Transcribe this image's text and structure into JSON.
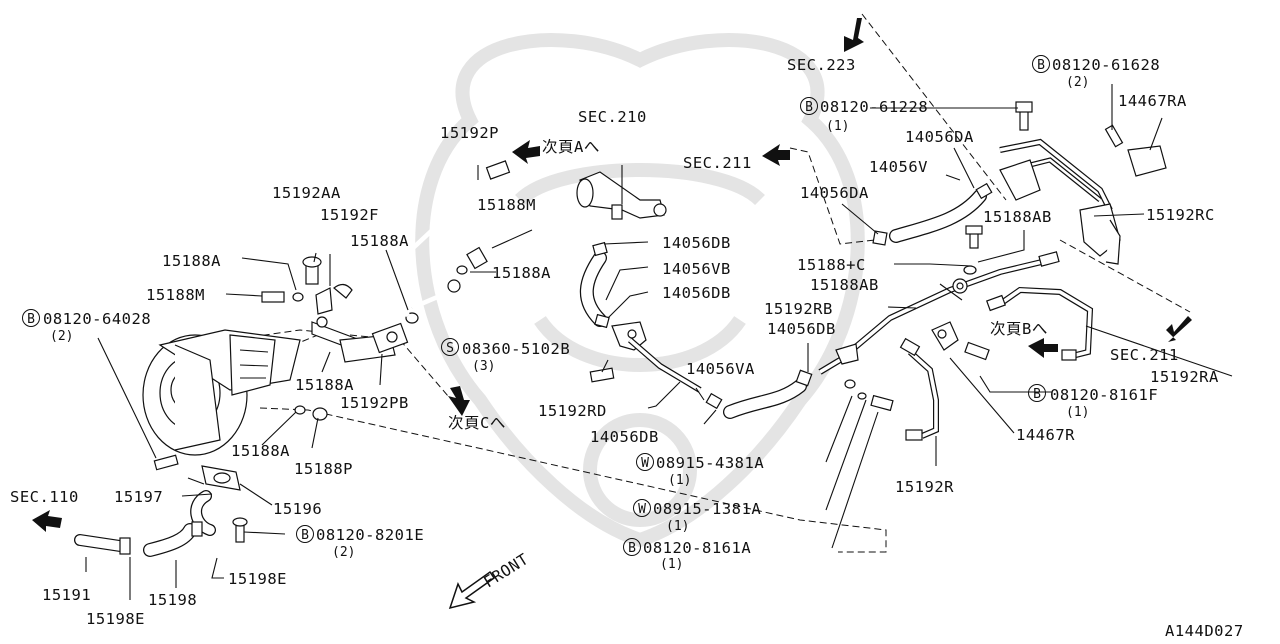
{
  "labels": {
    "sec223": "SEC.223",
    "b61628": "08120-61628",
    "b61628_qty": "(2)",
    "p14467RA": "14467RA",
    "b61228": "08120-61228",
    "b61228_qty": "(1)",
    "p14056DA_top": "14056DA",
    "p14056V": "14056V",
    "p14056DA_mid": "14056DA",
    "sec211_top": "SEC.211",
    "p15188AB_top": "15188AB",
    "p15192RC": "15192RC",
    "p15188C": "15188+C",
    "p15188AB_mid": "15188AB",
    "p15192RB": "15192RB",
    "p14056DB_r": "14056DB",
    "page_b": "次頁Bへ",
    "sec211_right": "SEC.211",
    "p15192RA": "15192RA",
    "p14056VA": "14056VA",
    "b8161F": "08120-8161F",
    "b8161F_qty": "(1)",
    "p14467R": "14467R",
    "p15192RD": "15192RD",
    "p14056DB_b": "14056DB",
    "w4381A": "08915-4381A",
    "w4381A_qty": "(1)",
    "p15192R": "15192R",
    "w1381A": "08915-1381A",
    "w1381A_qty": "(1)",
    "b8161A": "08120-8161A",
    "b8161A_qty": "(1)",
    "sec210": "SEC.210",
    "p14056DB_1": "14056DB",
    "p14056VB": "14056VB",
    "p14056DB_2": "14056DB",
    "s5102B": "08360-5102B",
    "s5102B_qty": "(3)",
    "p15192P": "15192P",
    "page_a": "次頁Aへ",
    "p15188M_top": "15188M",
    "p15188A_r": "15188A",
    "p15192AA": "15192AA",
    "p15192F": "15192F",
    "p15188A_top": "15188A",
    "p15188A_left": "15188A",
    "p15188M_left": "15188M",
    "b64028": "08120-64028",
    "b64028_qty": "(2)",
    "p15188A_mid": "15188A",
    "p15192PB": "15192PB",
    "page_c": "次頁Cへ",
    "p15188A_low": "15188A",
    "p15188P": "15188P",
    "sec110": "SEC.110",
    "p15197": "15197",
    "p15196": "15196",
    "b8201E": "08120-8201E",
    "b8201E_qty": "(2)",
    "p15198E_r": "15198E",
    "p15191": "15191",
    "p15198": "15198",
    "p15198E_b": "15198E",
    "front": "FRONT",
    "diagram_code": "A144D027"
  },
  "badges": {
    "bolt": "B",
    "washer": "W",
    "screw": "S"
  }
}
